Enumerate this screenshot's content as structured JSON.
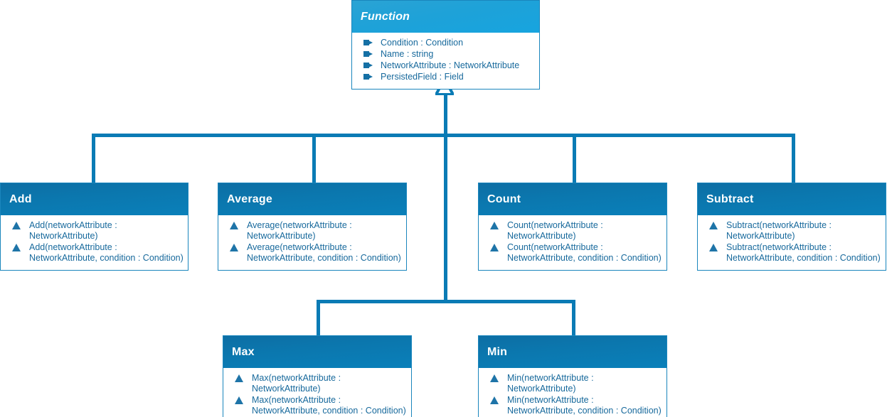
{
  "diagram": {
    "type": "uml-class-diagram",
    "title": "Function class hierarchy",
    "colors": {
      "abstract_header": "#1ea2d8",
      "concrete_header": "#0b77ae",
      "border": "#1a86bd",
      "line": "#0a7bb5",
      "member_text": "#17699c",
      "header_text": "#ffffff",
      "background": "#ffffff"
    },
    "icons": {
      "property": "property-icon",
      "method": "method-icon",
      "generalization": "inheritance-arrow-icon"
    },
    "relationship": "generalization"
  },
  "classes": [
    {
      "id": "function",
      "name": "Function",
      "abstract": true,
      "members": [
        {
          "icon": "property-icon",
          "text": "Condition : Condition"
        },
        {
          "icon": "property-icon",
          "text": "Name : string"
        },
        {
          "icon": "property-icon",
          "text": "NetworkAttribute : NetworkAttribute"
        },
        {
          "icon": "property-icon",
          "text": "PersistedField : Field"
        }
      ]
    },
    {
      "id": "add",
      "name": "Add",
      "abstract": false,
      "members": [
        {
          "icon": "method-icon",
          "text": "Add(networkAttribute :\nNetworkAttribute)"
        },
        {
          "icon": "method-icon",
          "text": "Add(networkAttribute :\nNetworkAttribute, condition : Condition)"
        }
      ]
    },
    {
      "id": "average",
      "name": "Average",
      "abstract": false,
      "members": [
        {
          "icon": "method-icon",
          "text": "Average(networkAttribute :\nNetworkAttribute)"
        },
        {
          "icon": "method-icon",
          "text": "Average(networkAttribute :\nNetworkAttribute, condition : Condition)"
        }
      ]
    },
    {
      "id": "count",
      "name": "Count",
      "abstract": false,
      "members": [
        {
          "icon": "method-icon",
          "text": "Count(networkAttribute :\nNetworkAttribute)"
        },
        {
          "icon": "method-icon",
          "text": "Count(networkAttribute :\nNetworkAttribute, condition : Condition)"
        }
      ]
    },
    {
      "id": "subtract",
      "name": "Subtract",
      "abstract": false,
      "members": [
        {
          "icon": "method-icon",
          "text": "Subtract(networkAttribute :\nNetworkAttribute)"
        },
        {
          "icon": "method-icon",
          "text": "Subtract(networkAttribute :\nNetworkAttribute, condition : Condition)"
        }
      ]
    },
    {
      "id": "max",
      "name": "Max",
      "abstract": false,
      "members": [
        {
          "icon": "method-icon",
          "text": "Max(networkAttribute :\nNetworkAttribute)"
        },
        {
          "icon": "method-icon",
          "text": "Max(networkAttribute :\nNetworkAttribute, condition : Condition)"
        }
      ]
    },
    {
      "id": "min",
      "name": "Min",
      "abstract": false,
      "members": [
        {
          "icon": "method-icon",
          "text": "Min(networkAttribute :\nNetworkAttribute)"
        },
        {
          "icon": "method-icon",
          "text": "Min(networkAttribute :\nNetworkAttribute, condition : Condition)"
        }
      ]
    }
  ]
}
